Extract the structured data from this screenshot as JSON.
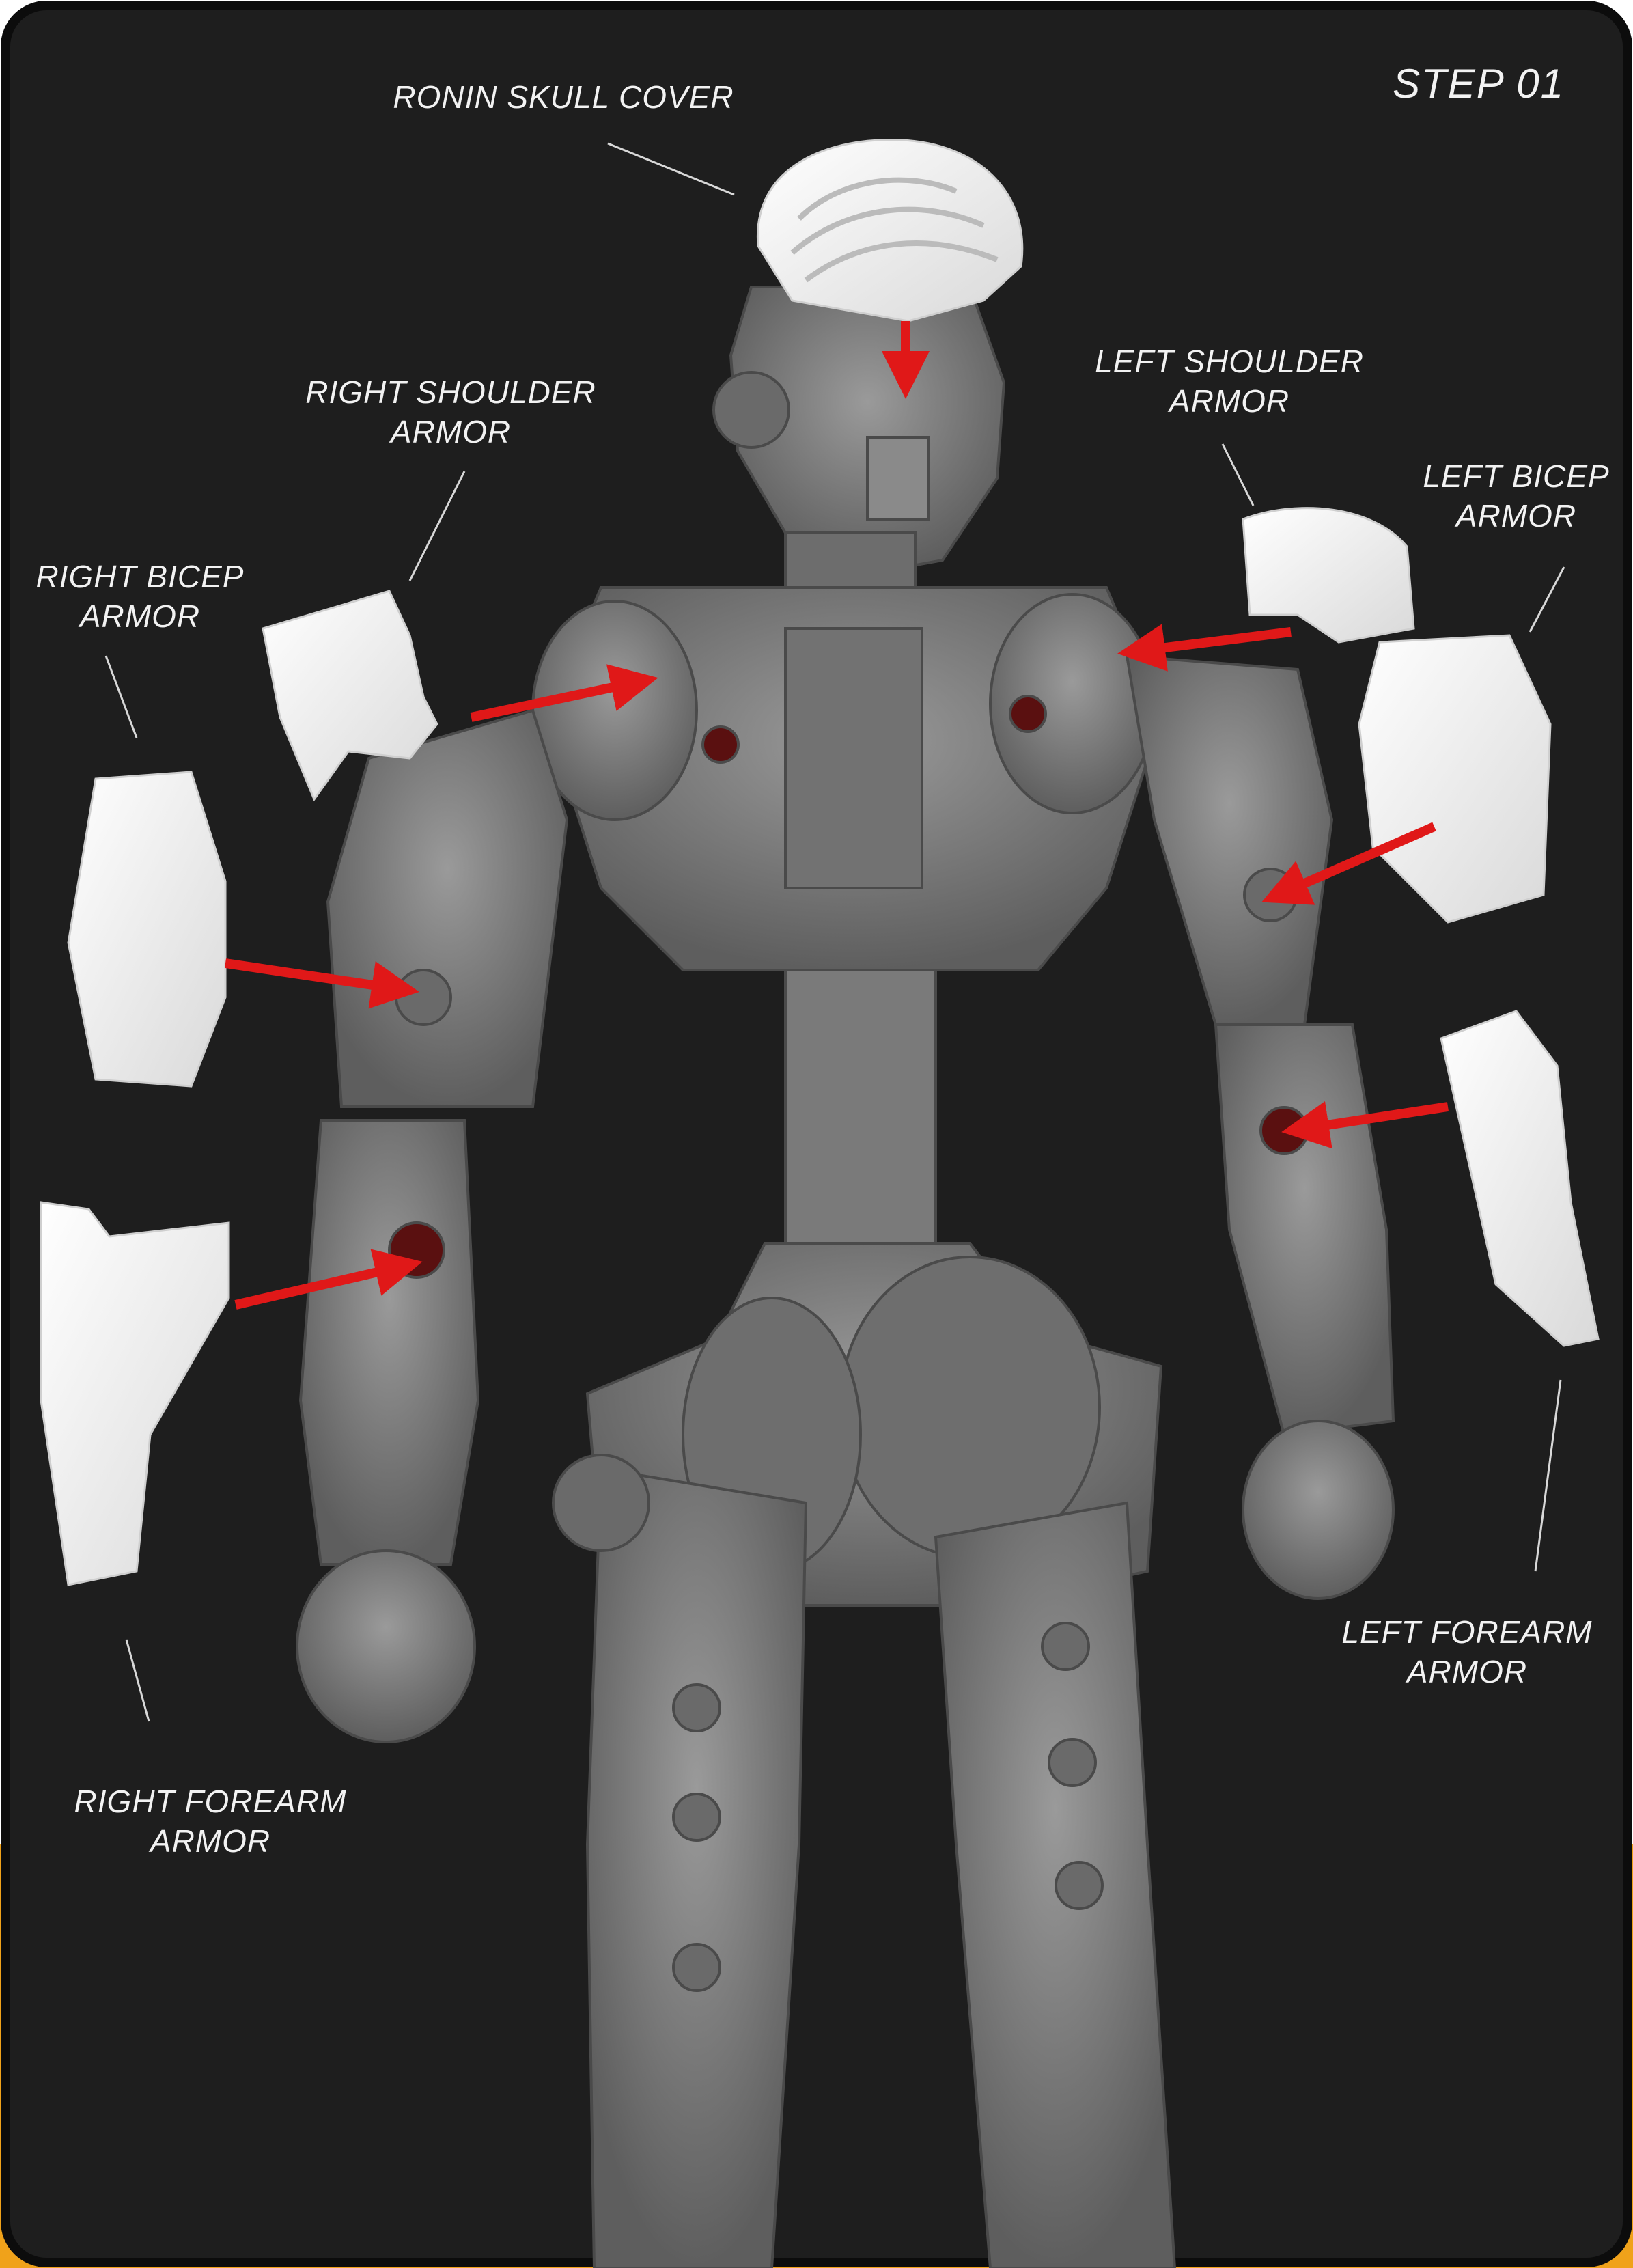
{
  "step": "STEP 01",
  "labels": {
    "skull": "RONIN SKULL COVER",
    "right_shoulder_1": "RIGHT SHOULDER",
    "right_shoulder_2": "ARMOR",
    "right_bicep_1": "RIGHT BICEP",
    "right_bicep_2": "ARMOR",
    "left_shoulder_1": "LEFT SHOULDER",
    "left_shoulder_2": "ARMOR",
    "left_bicep_1": "LEFT BICEP",
    "left_bicep_2": "ARMOR",
    "left_forearm_1": "LEFT FOREARM",
    "left_forearm_2": "ARMOR",
    "right_forearm_1": "RIGHT FOREARM",
    "right_forearm_2": "ARMOR"
  },
  "colors": {
    "panel_bg": "#1e1e1e",
    "frame_border": "#f0a21a",
    "robot_gray": "#7d7d7d",
    "armor_white": "#f4f4f4",
    "arrow_red": "#e01818",
    "label_text": "#f2f2f2",
    "leader_line": "#d8d8d8"
  }
}
